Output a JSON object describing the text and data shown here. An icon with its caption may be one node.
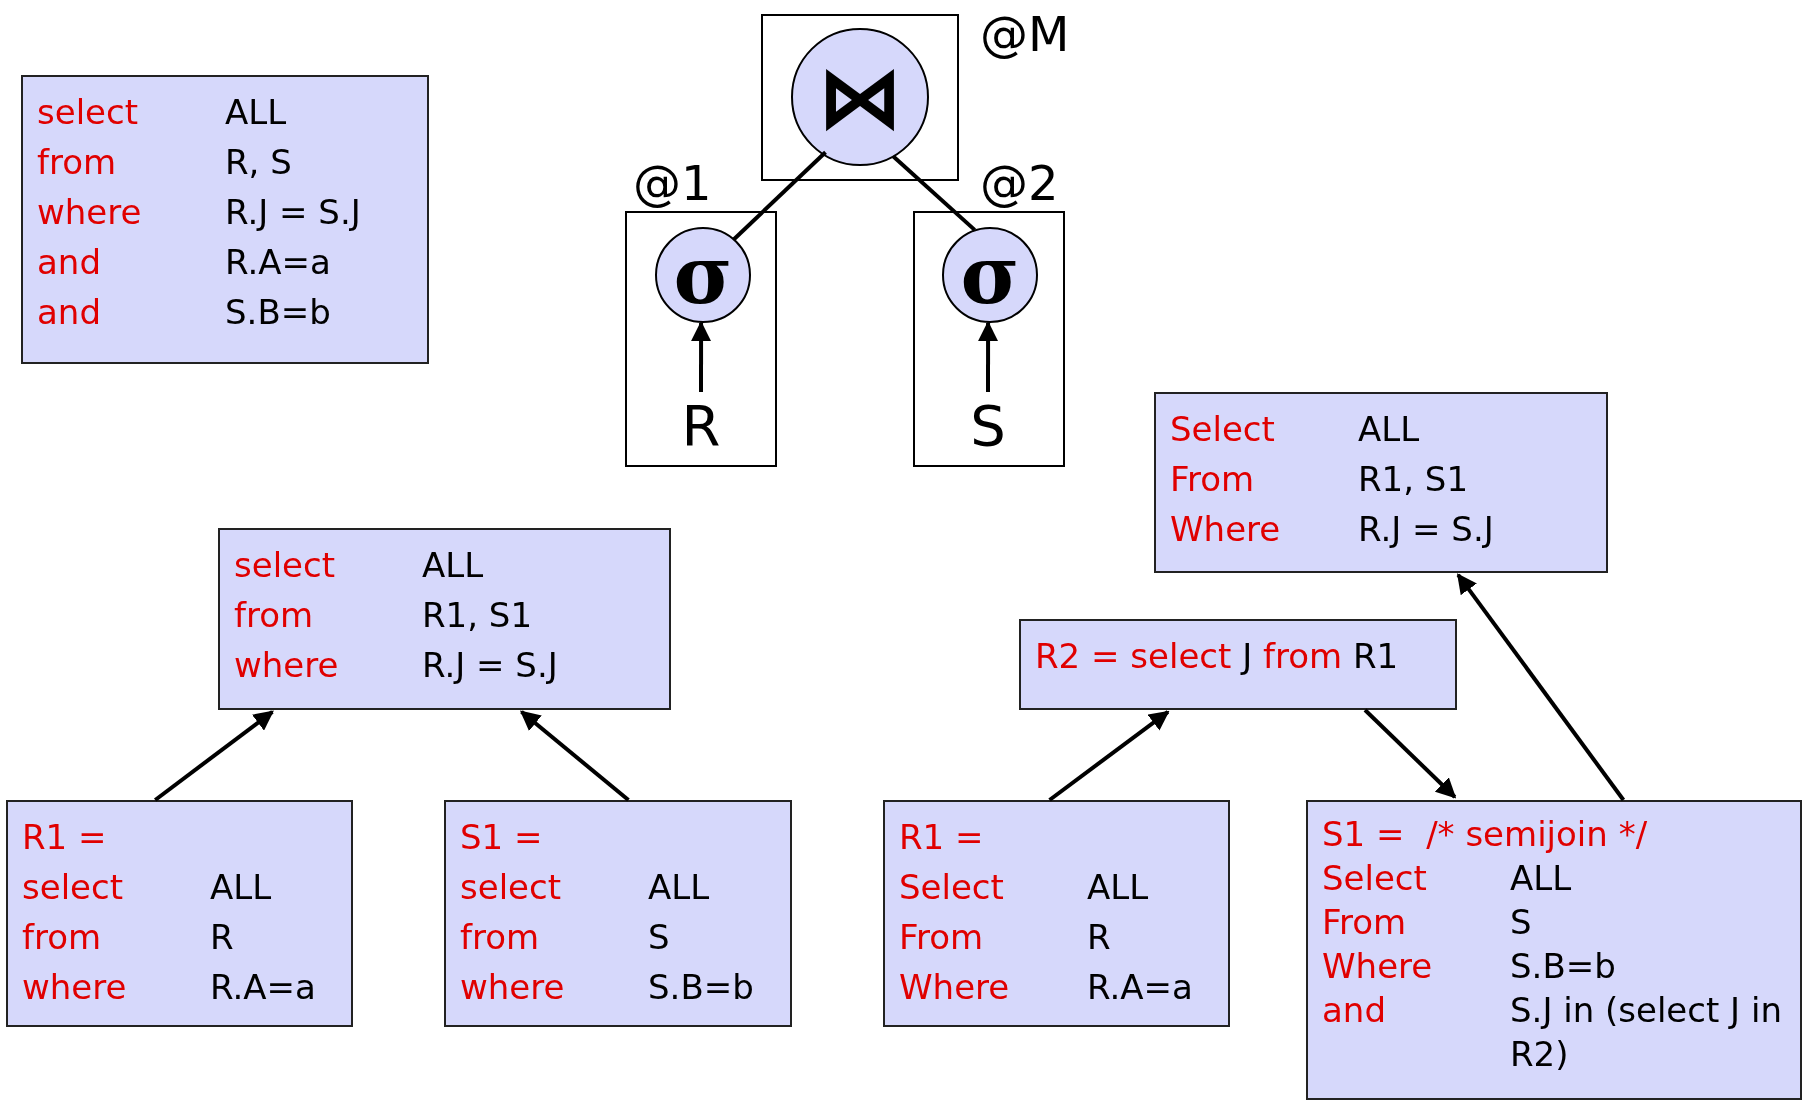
{
  "diagram": {
    "nodes": [
      {
        "text": [
          "select",
          "ALL",
          "from",
          "R, S",
          "where",
          "R.J = S.J",
          "and",
          "R.A=a",
          "and",
          "S.B=b"
        ]
      },
      {
        "text": [
          "@M"
        ]
      },
      {
        "text": [
          "⋈"
        ],
        "in": 1
      },
      {
        "text": [
          "@1"
        ]
      },
      {
        "text": [
          "σ"
        ],
        "in": 3
      },
      {
        "text": [
          "R"
        ],
        "in": 3
      },
      {
        "text": [
          "@2"
        ]
      },
      {
        "text": [
          "σ"
        ],
        "in": 6
      },
      {
        "text": [
          "S"
        ],
        "in": 6
      },
      {
        "text": [
          "select",
          "ALL",
          "from",
          "R1, S1",
          "where",
          "R.J = S.J"
        ]
      },
      {
        "text": [
          "R1 =",
          "select",
          "ALL",
          "from",
          "R",
          "where",
          "R.A=a"
        ]
      },
      {
        "text": [
          "S1 =",
          "select",
          "ALL",
          "from",
          "S",
          "where",
          "S.B=b"
        ]
      },
      {
        "text": [
          "Select",
          "ALL",
          "From",
          "R1, S1",
          "Where",
          "R.J = S.J"
        ]
      },
      {
        "text": [
          "R2 = select",
          "J",
          "from",
          "R1"
        ]
      },
      {
        "text": [
          "R1 =",
          "Select",
          "ALL",
          "From",
          "R",
          "Where",
          "R.A=a"
        ]
      },
      {
        "text": [
          "S1 =  /* semijoin */",
          "Select",
          "ALL",
          "From",
          "S",
          "Where",
          "S.B=b",
          "and",
          "S.J in (select J in R2)"
        ]
      }
    ],
    "edges": [
      {
        "from": 5,
        "to": 4,
        "arrow": "to"
      },
      {
        "from": 8,
        "to": 7,
        "arrow": "to"
      },
      {
        "from": 4,
        "to": 2,
        "arrow": "none"
      },
      {
        "from": 7,
        "to": 2,
        "arrow": "none"
      },
      {
        "from": 10,
        "to": 9,
        "arrow": "to"
      },
      {
        "from": 11,
        "to": 9,
        "arrow": "to"
      },
      {
        "from": 14,
        "to": 13,
        "arrow": "to"
      },
      {
        "from": 13,
        "to": 15,
        "arrow": "to"
      },
      {
        "from": 15,
        "to": 12,
        "arrow": "to"
      }
    ]
  }
}
